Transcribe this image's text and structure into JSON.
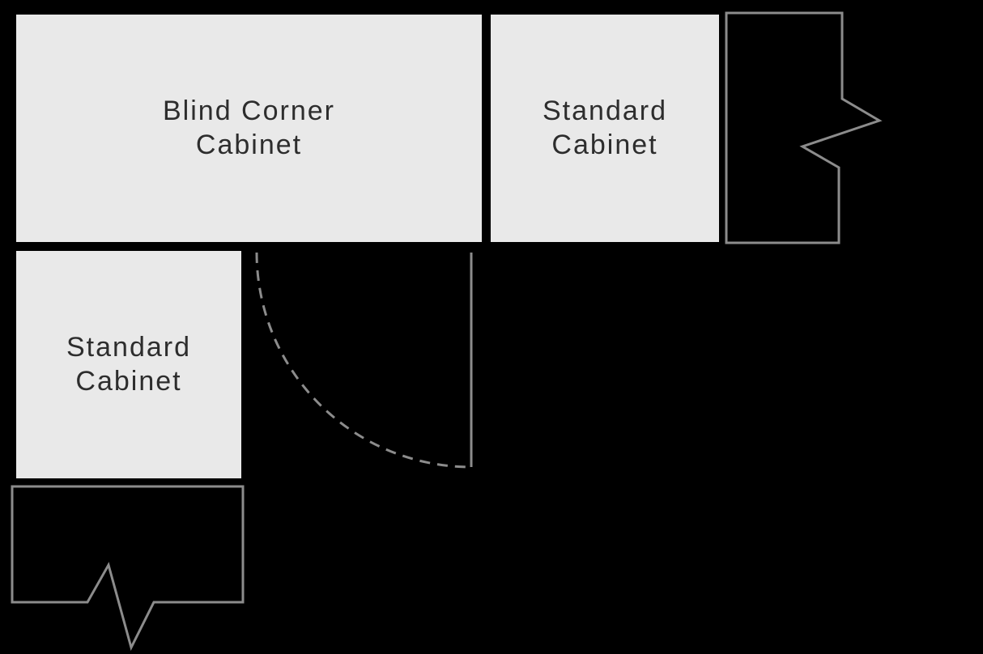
{
  "colors": {
    "background": "#000000",
    "cabinet_fill": "#e9e9e9",
    "cabinet_text": "#2d2d2d",
    "line_gray": "#8c8c8c"
  },
  "cabinets": {
    "blind_corner": {
      "line1": "Blind Corner",
      "line2": "Cabinet"
    },
    "standard_right": {
      "line1": "Standard",
      "line2": "Cabinet"
    },
    "standard_left": {
      "line1": "Standard",
      "line2": "Cabinet"
    }
  },
  "annotations": {
    "door_swing_arc": "door-swing-arc",
    "door_panel_line": "door-panel-line",
    "wall_break_right": "wall-break-symbol",
    "wall_break_bottom": "wall-break-symbol"
  }
}
